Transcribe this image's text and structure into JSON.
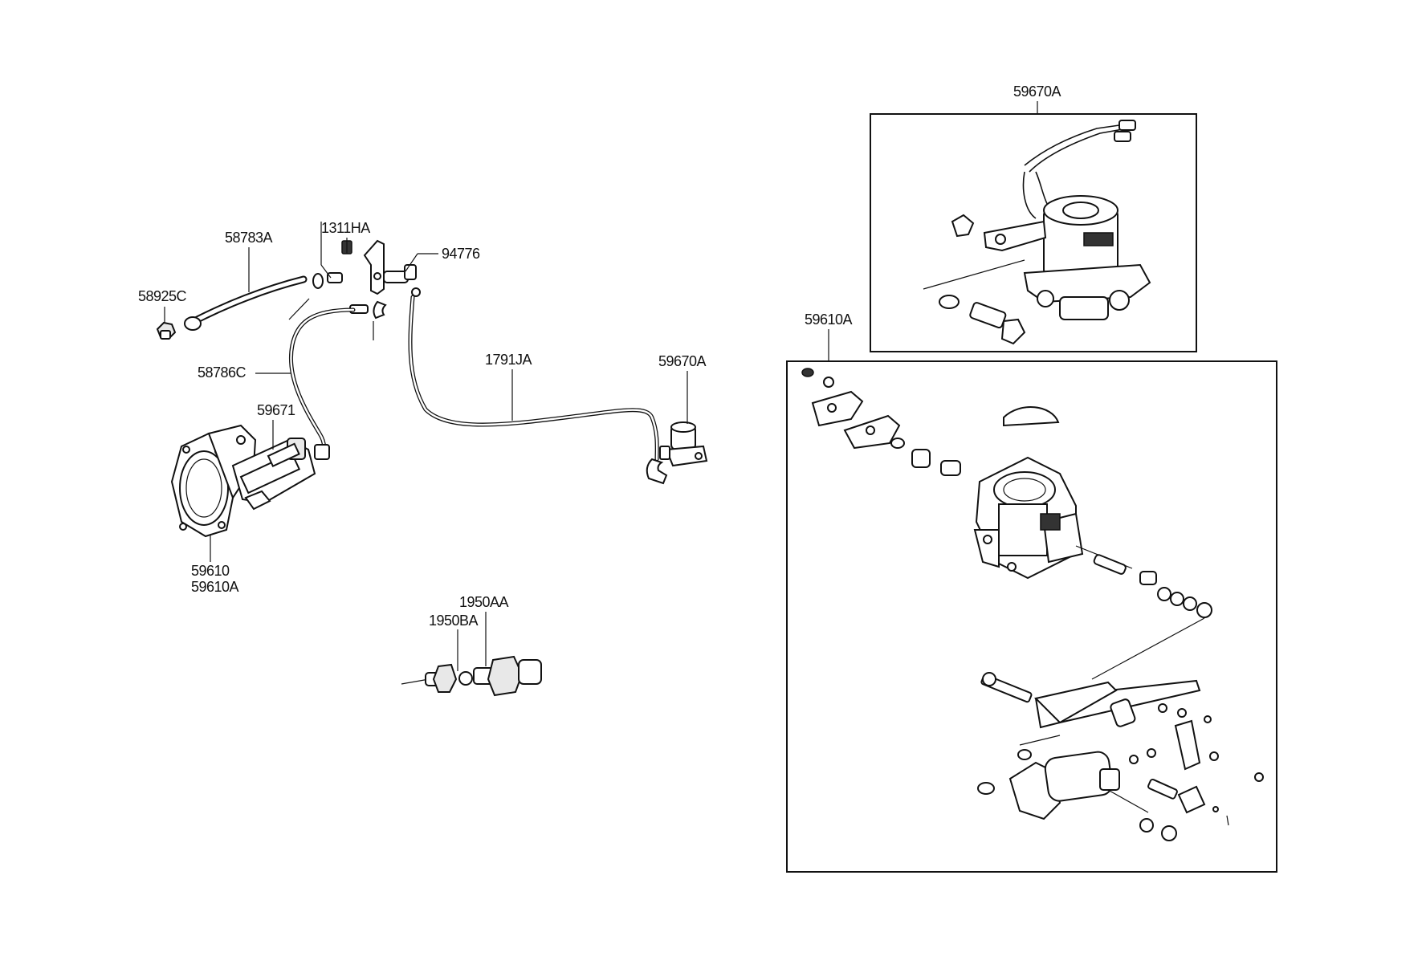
{
  "labels": {
    "l58925C": "58925C",
    "l58783A": "58783A",
    "l1311HA": "1311HA",
    "l94776": "94776",
    "l58786C": "58786C",
    "l59671": "59671",
    "l1791JA": "1791JA",
    "l59670A_small": "59670A",
    "l59610": "59610",
    "l59610A_left": "59610A",
    "l1950AA": "1950AA",
    "l1950BA": "1950BA",
    "l59670A_box": "59670A",
    "l59610A_box": "59610A"
  },
  "icons": {
    "booster": "brake-booster-icon",
    "valve": "valve-assembly-icon",
    "solenoid": "solenoid-valve-icon",
    "switch": "pressure-switch-icon"
  }
}
